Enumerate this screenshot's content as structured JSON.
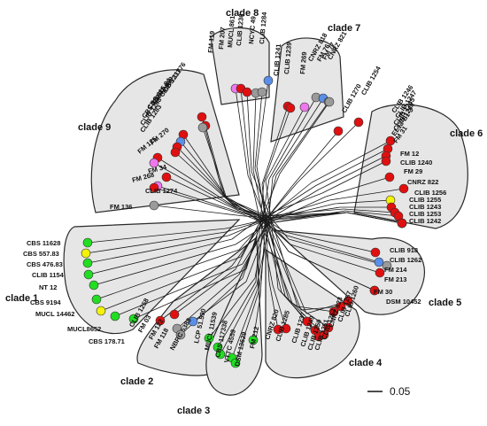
{
  "palette": {
    "green": "#22dd22",
    "yellow": "#f2f20a",
    "red": "#e01010",
    "blue": "#5b8ee6",
    "grey": "#9a9a9a",
    "violet": "#ee77ee",
    "panel": "#e6e6e6",
    "branch": "#1a1a1a"
  },
  "scale_label": "0.05",
  "clades": [
    {
      "id": "clade-1",
      "label": "clade 1",
      "strains": [
        {
          "name": "CBS 11628",
          "color": "green"
        },
        {
          "name": "CBS 557.83",
          "color": "yellow"
        },
        {
          "name": "CBS 476.83",
          "color": "green"
        },
        {
          "name": "CLIB 1154",
          "color": "green"
        },
        {
          "name": "NT 12",
          "color": "green"
        },
        {
          "name": "CBS 9194",
          "color": "green"
        },
        {
          "name": "MUCL 14462",
          "color": "yellow"
        },
        {
          "name": "MUCL8652",
          "color": "green"
        },
        {
          "name": "CBS 178.71",
          "color": "green"
        }
      ]
    },
    {
      "id": "clade-2",
      "label": "clade 2",
      "strains": [
        {
          "name": "CLIB 1258",
          "color": "red"
        },
        {
          "name": "FM 03",
          "color": "red"
        },
        {
          "name": "FM 122",
          "color": "grey"
        },
        {
          "name": "FM 118",
          "color": "grey"
        },
        {
          "name": "NBRC 5388",
          "color": "blue"
        }
      ]
    },
    {
      "id": "clade-3",
      "label": "clade 3",
      "strains": [
        {
          "name": "LCP 51.590",
          "color": "green"
        },
        {
          "name": "MUCL 11539",
          "color": "green"
        },
        {
          "name": "CBS 117338",
          "color": "green"
        },
        {
          "name": "VTTC 4559",
          "color": "green"
        },
        {
          "name": "DSM 13629",
          "color": "green"
        },
        {
          "name": "FM 212",
          "color": "green"
        }
      ]
    },
    {
      "id": "clade-4",
      "label": "clade 4",
      "strains": [
        {
          "name": "CNRZ 820",
          "color": "red"
        },
        {
          "name": "CLIB 1285",
          "color": "red"
        },
        {
          "name": "CLIB 1237",
          "color": "red"
        },
        {
          "name": "CLIB 1249",
          "color": "red"
        },
        {
          "name": "CLIB 1250",
          "color": "red"
        },
        {
          "name": "CLIB 1251",
          "color": "red"
        },
        {
          "name": "CLIB 1252",
          "color": "red"
        },
        {
          "name": "CNRZ 823",
          "color": "red"
        },
        {
          "name": "CLIB 1257",
          "color": "red"
        },
        {
          "name": "CLIB 1260",
          "color": "red"
        }
      ]
    },
    {
      "id": "clade-5",
      "label": "clade 5",
      "strains": [
        {
          "name": "CLIB 918",
          "color": "red"
        },
        {
          "name": "CLIB 1262",
          "color": "blue"
        },
        {
          "name": "FM 214",
          "color": "grey"
        },
        {
          "name": "FM 213",
          "color": "red"
        },
        {
          "name": "FM 30",
          "color": "yellow"
        },
        {
          "name": "DSM 10452",
          "color": "red"
        }
      ]
    },
    {
      "id": "clade-6",
      "label": "clade 6",
      "strains": [
        {
          "name": "CLIB 1246",
          "color": "red"
        },
        {
          "name": "CLIB 1247",
          "color": "red"
        },
        {
          "name": "CLIB 1245",
          "color": "red"
        },
        {
          "name": "CLIB 1244",
          "color": "red"
        },
        {
          "name": "EL13-B1-3",
          "color": "red"
        },
        {
          "name": "FM 31",
          "color": "red"
        },
        {
          "name": "FM 12",
          "color": "yellow"
        },
        {
          "name": "CLIB 1240",
          "color": "red"
        },
        {
          "name": "FM 29",
          "color": "red"
        },
        {
          "name": "CNRZ 822",
          "color": "red"
        },
        {
          "name": "CLIB 1256",
          "color": "grey"
        },
        {
          "name": "CLIB 1255",
          "color": "red"
        },
        {
          "name": "CLIB 1243",
          "color": "red"
        },
        {
          "name": "CLIB 1253",
          "color": "red"
        },
        {
          "name": "CLIB 1242",
          "color": "red"
        }
      ]
    },
    {
      "id": "clade-7",
      "label": "clade 7",
      "strains": [
        {
          "name": "CLIB 1241",
          "color": "red"
        },
        {
          "name": "CLIB 1239",
          "color": "red"
        },
        {
          "name": "FM 269",
          "color": "violet"
        },
        {
          "name": "CNRZ 818",
          "color": "grey"
        },
        {
          "name": "FM 76",
          "color": "blue"
        },
        {
          "name": "FM 77",
          "color": "grey"
        },
        {
          "name": "CNRZ 821",
          "color": "grey"
        }
      ]
    },
    {
      "id": "clade-8",
      "label": "clade 8",
      "strains": [
        {
          "name": "FM 119",
          "color": "violet"
        },
        {
          "name": "FM 207",
          "color": "red"
        },
        {
          "name": "MUCL 861",
          "color": "red"
        },
        {
          "name": "CLIB 1236",
          "color": "grey"
        },
        {
          "name": "NCYC 49",
          "color": "grey"
        },
        {
          "name": "CLIB 1284",
          "color": "blue"
        }
      ]
    },
    {
      "id": "clade-9",
      "label": "clade 9",
      "strains": [
        {
          "name": "CBS 11776",
          "color": "red"
        },
        {
          "name": "CLIB 1231",
          "color": "red"
        },
        {
          "name": "CNRZ 819",
          "color": "grey"
        },
        {
          "name": "CBS 615.84",
          "color": "red"
        },
        {
          "name": "CBS 182.33",
          "color": "blue"
        },
        {
          "name": "CLIB 1248",
          "color": "red"
        },
        {
          "name": "CLIB 1283",
          "color": "red"
        },
        {
          "name": "FM 270",
          "color": "red"
        },
        {
          "name": "FM 125",
          "color": "violet"
        },
        {
          "name": "FM 34",
          "color": "red"
        },
        {
          "name": "FM 268",
          "color": "violet"
        },
        {
          "name": "CLIB 1274",
          "color": "red"
        },
        {
          "name": "FM 136",
          "color": "grey"
        }
      ]
    }
  ],
  "ungrouped": [
    {
      "name": "CLIB 1270",
      "color": "red"
    },
    {
      "name": "CLIB 1254",
      "color": "red"
    }
  ]
}
